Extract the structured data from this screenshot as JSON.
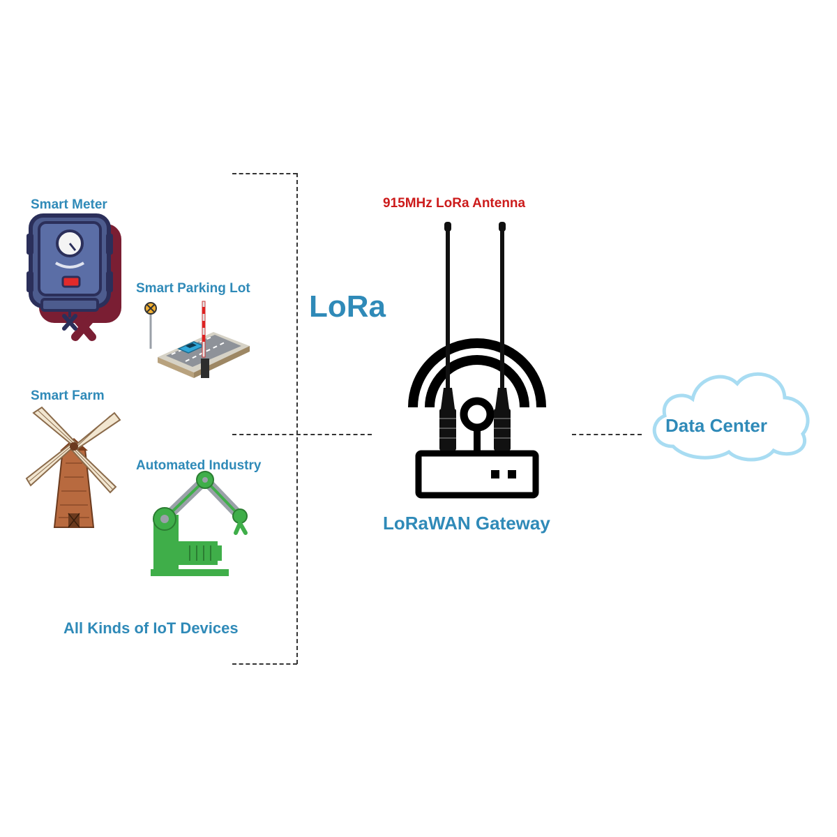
{
  "devices": {
    "smart_meter": "Smart Meter",
    "smart_parking_lot": "Smart Parking Lot",
    "smart_farm": "Smart Farm",
    "automated_industry": "Automated Industry",
    "caption": "All Kinds of IoT Devices"
  },
  "link": {
    "protocol": "LoRa"
  },
  "gateway": {
    "antenna_label": "915MHz LoRa Antenna",
    "name": "LoRaWAN Gateway"
  },
  "cloud": {
    "label": "Data Center"
  },
  "colors": {
    "label_blue": "#2f8ab8",
    "antenna_red": "#cc1b1b",
    "cloud_outline": "#a8dcf2",
    "industry_green": "#3fae49",
    "meter_navy": "#2b2f5a",
    "meter_shadow": "#7a1e33"
  }
}
